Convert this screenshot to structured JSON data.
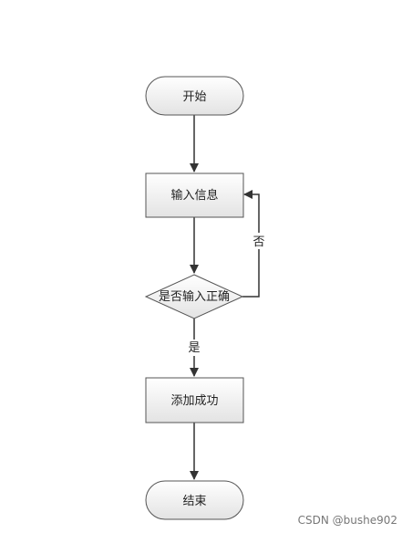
{
  "nodes": {
    "start": "开始",
    "input_info": "输入信息",
    "decision": "是否输入正确",
    "add_success": "添加成功",
    "end": "结束"
  },
  "edges": {
    "no_label": "否",
    "yes_label": "是"
  },
  "watermark": "CSDN @bushe902",
  "colors": {
    "node_fill_top": "#ffffff",
    "node_fill_bottom": "#e4e4e4",
    "stroke": "#555555",
    "arrow": "#333333"
  }
}
